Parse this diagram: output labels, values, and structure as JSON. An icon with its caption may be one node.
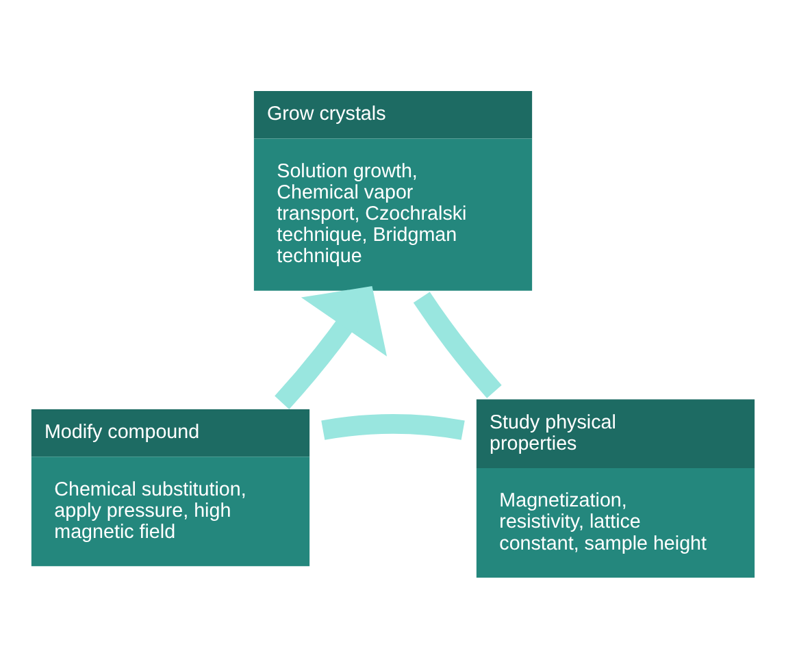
{
  "diagram": {
    "nodes": [
      {
        "text": [
          "Grow crystals",
          "Solution growth, Chemical vapor transport, Czochralski technique, Bridgman technique"
        ]
      },
      {
        "text": [
          "Study physical properties",
          "Magnetization, resistivity, lattice constant, sample height"
        ]
      },
      {
        "text": [
          "Modify compound",
          "Chemical substitution, apply pressure, high magnetic field"
        ]
      }
    ],
    "edges": [
      {
        "from": 0,
        "to": 1,
        "arrow": "none"
      },
      {
        "from": 1,
        "to": 2,
        "arrow": "none"
      },
      {
        "from": 2,
        "to": 0,
        "arrow": "to"
      }
    ]
  }
}
